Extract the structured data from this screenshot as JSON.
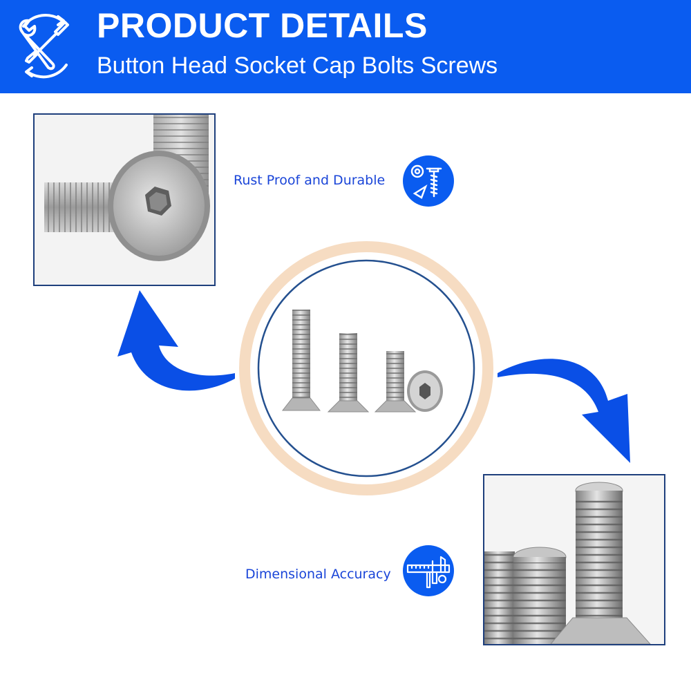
{
  "header": {
    "title": "PRODUCT DETAILS",
    "subtitle": "Button Head Socket Cap Bolts Screws",
    "icon": "wrench-screwdriver-icon"
  },
  "features": [
    {
      "label": "Rust Proof and Durable",
      "icon": "screw-washer-icon"
    },
    {
      "label": "Dimensional Accuracy",
      "icon": "caliper-icon"
    }
  ],
  "colors": {
    "brand_blue": "#0a5cf0",
    "frame_border": "#1e3f7c",
    "ring_peach": "#f6dcc2",
    "ring_navy": "#24508f",
    "label_blue": "#1a45d8"
  }
}
